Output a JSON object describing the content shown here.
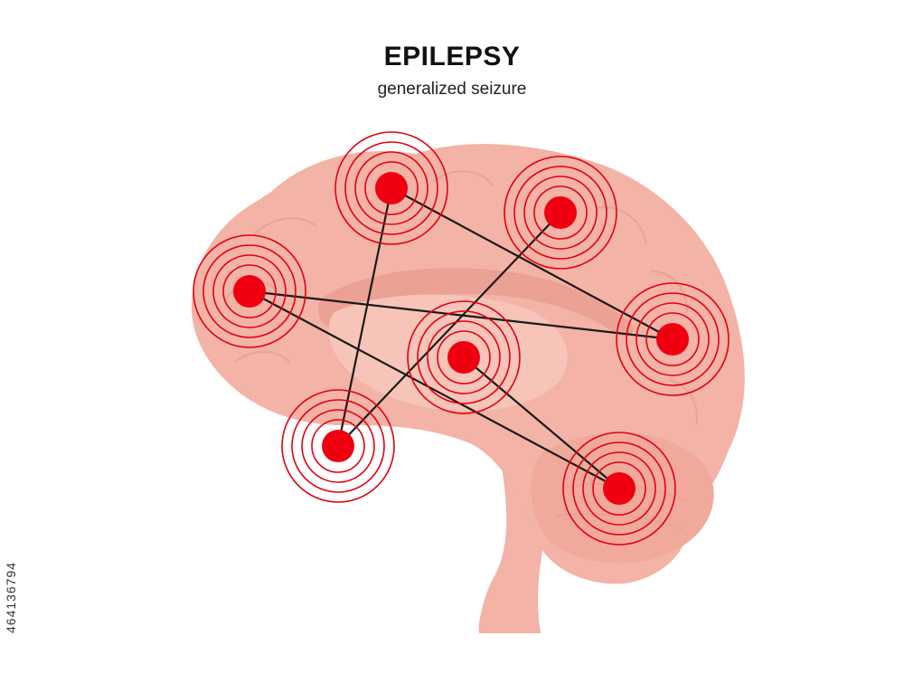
{
  "header": {
    "title": "EPILEPSY",
    "subtitle": "generalized seizure"
  },
  "side_label": "464136794",
  "colors": {
    "brain_outer": "#f3b3a6",
    "brain_inner": "#f6c4b8",
    "brain_fold": "#eba193",
    "ring": "#e3000f",
    "dot": "#ee0010",
    "link": "#1a1a1a"
  }
}
